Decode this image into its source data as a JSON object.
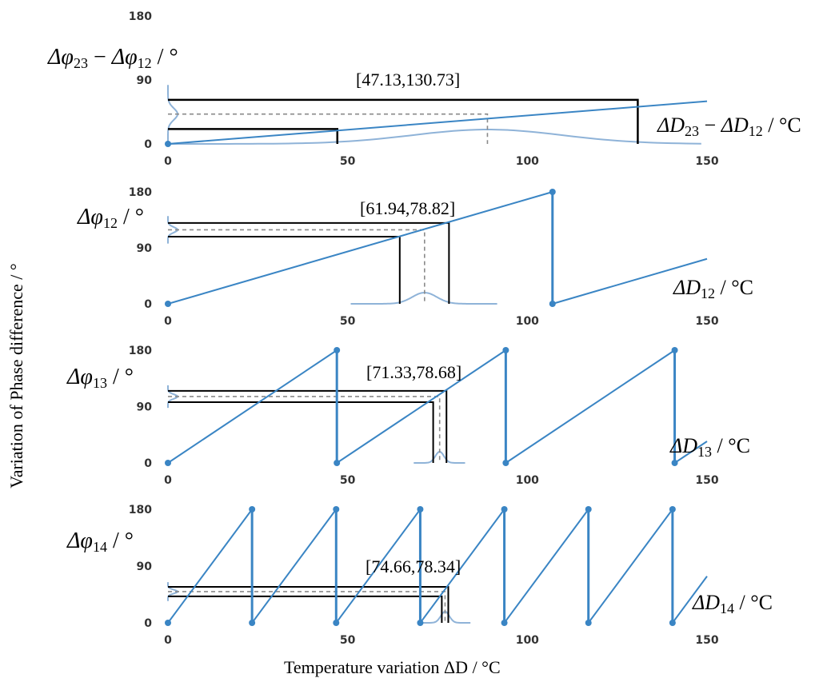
{
  "axis_title_y": "Variation of Phase difference / °",
  "axis_title_x": "Temperature variation ΔD / °C",
  "colors": {
    "line": "#3a85c4",
    "interval": "#000000",
    "dashed": "#8a8a8a",
    "distribution": "#8fb3d8"
  },
  "chart_data": [
    {
      "type": "line",
      "ylabel": "Δφ23 − Δφ12 / °",
      "xlabel": "ΔD23 − ΔD12 / °C",
      "annotation": "[47.13,130.73]",
      "xlim": [
        0,
        150
      ],
      "ylim": [
        0,
        180
      ],
      "xticks": [
        0,
        50,
        100,
        150
      ],
      "yticks": [
        0,
        90,
        180
      ],
      "period": 450,
      "interval": [
        47.13,
        130.73
      ],
      "interval_y": [
        21,
        62
      ],
      "center": [
        88.9,
        42
      ]
    },
    {
      "type": "line",
      "ylabel": "Δφ12 / °",
      "xlabel": "ΔD12 / °C",
      "annotation": "[61.94,78.82]",
      "xlim": [
        0,
        150
      ],
      "ylim": [
        0,
        180
      ],
      "xticks": [
        0,
        50,
        100,
        150
      ],
      "yticks": [
        0,
        90,
        180
      ],
      "period": 107,
      "interval": [
        64.5,
        78.2
      ],
      "interval_y": [
        108,
        130
      ],
      "center": [
        71.4,
        119
      ]
    },
    {
      "type": "line",
      "ylabel": "Δφ13 / °",
      "xlabel": "ΔD13 / °C",
      "annotation": "[71.33,78.68]",
      "xlim": [
        0,
        150
      ],
      "ylim": [
        0,
        180
      ],
      "xticks": [
        0,
        50,
        100,
        150
      ],
      "yticks": [
        0,
        90,
        180
      ],
      "period": 47,
      "interval": [
        73.8,
        77.5
      ],
      "interval_y": [
        97,
        115
      ],
      "center": [
        75.6,
        106
      ]
    },
    {
      "type": "line",
      "ylabel": "Δφ14 / °",
      "xlabel": "ΔD14 / °C",
      "annotation": "[74.66,78.34]",
      "xlim": [
        0,
        150
      ],
      "ylim": [
        0,
        180
      ],
      "xticks": [
        0,
        50,
        100,
        150
      ],
      "yticks": [
        0,
        90,
        180
      ],
      "period": 23.4,
      "interval": [
        76.2,
        78.0
      ],
      "interval_y": [
        42,
        57
      ],
      "center": [
        77.1,
        49.5
      ]
    }
  ]
}
